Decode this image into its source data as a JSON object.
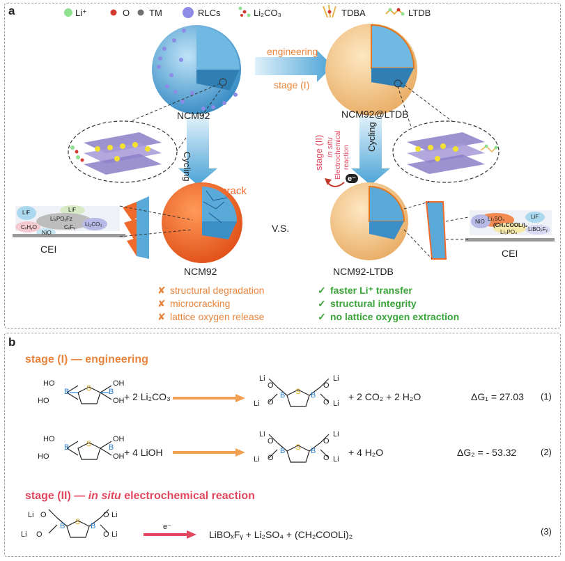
{
  "panel_a": {
    "label": "a",
    "legend": [
      {
        "name": "Li⁺",
        "color": "#8fe08f"
      },
      {
        "name": "O",
        "color": "#d23a2e"
      },
      {
        "name": "TM",
        "color": "#6f6f6f"
      },
      {
        "name": "RLCs",
        "color": "#8c8be6"
      },
      {
        "name": "Li₂CO₃"
      },
      {
        "name": "TDBA"
      },
      {
        "name": "LTDB"
      }
    ],
    "engineering": "engineering",
    "stage_i": "stage (I)",
    "ncm92": "NCM92",
    "ncm92_ltdb_top": "NCM92@LTDB",
    "cycling": "Cycling",
    "stage_ii": "stage (II)",
    "in_situ": "in situ",
    "electrochemical": "Electrochemical",
    "reaction": "reaction",
    "electron": "e⁻",
    "crack": "crack",
    "vs": "V.S.",
    "ncm92_bottom": "NCM92",
    "ncm92_ltdb_bottom": "NCM92-LTDB",
    "cei": "CEI",
    "cei_left": [
      "LiF",
      "LiF",
      "LiₓPOᵧFz",
      "CₓHᵧO",
      "CₓFᵧ",
      "Li₂CO₃",
      "NiO"
    ],
    "cei_right": [
      "Li₂SO₄",
      "NiO",
      "(CH₂COOLi)₂",
      "LiF",
      "Li₃PO₄",
      "LiBOₓFᵧ"
    ],
    "drawbacks": [
      "structural degradation",
      "microcracking",
      "lattice oxygen release"
    ],
    "benefits": [
      "faster Li⁺ transfer",
      "structural integrity",
      "no lattice oxygen extraction"
    ],
    "cross_mark": "✘",
    "check_mark": "✓"
  },
  "panel_b": {
    "label": "b",
    "stage_i_heading": "stage (I) — engineering",
    "stage_ii_pre": "stage (II) — ",
    "stage_ii_italic": "in situ",
    "stage_ii_post": " electrochemical reaction",
    "eq1": {
      "plus_reagent": "+ 2 Li₂CO₃",
      "products": "+ 2 CO₂ + 2 H₂O",
      "dg": "ΔG₁ = 27.03",
      "num": "(1)"
    },
    "eq2": {
      "plus_reagent": "+ 4 LiOH",
      "products": "+ 4 H₂O",
      "dg": "ΔG₂ = - 53.32",
      "num": "(2)"
    },
    "eq3": {
      "electron": "e⁻",
      "products": "LiBOₓFᵧ + Li₂SO₄ + (CH₂COOLi)₂",
      "num": "(3)"
    },
    "atoms": {
      "B": "B",
      "S": "S",
      "O": "O",
      "OH": "OH",
      "HO": "HO",
      "Li": "Li"
    }
  },
  "colors": {
    "orange": "#e8843b",
    "green": "#3aa33a",
    "red": "#e0475e",
    "blue": "#4aa3d6",
    "crack_orange": "#f06a2c",
    "shell": "#f6d29a"
  }
}
